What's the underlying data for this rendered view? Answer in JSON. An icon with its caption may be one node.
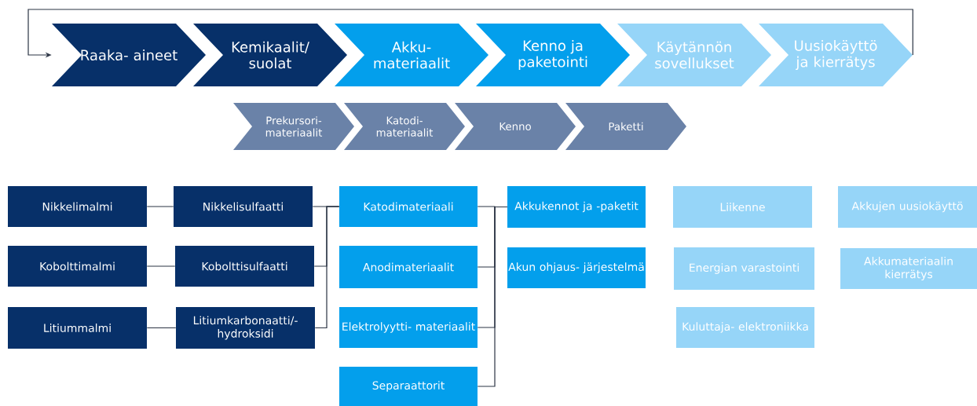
{
  "diagram": {
    "nodes": [
      {
        "text": [
          "Raaka- aineet"
        ]
      },
      {
        "text": [
          "Kemikaalit/ suolat"
        ]
      },
      {
        "text": [
          "Akku- materiaalit"
        ]
      },
      {
        "text": [
          "Kenno ja paketointi"
        ]
      },
      {
        "text": [
          "Käytännön sovellukset"
        ]
      },
      {
        "text": [
          "Uusiokäyttö ja kierrätys"
        ]
      },
      {
        "text": [
          "Prekursori- materiaalit"
        ]
      },
      {
        "text": [
          "Katodi- materiaalit"
        ]
      },
      {
        "text": [
          "Kenno"
        ]
      },
      {
        "text": [
          "Paketti"
        ]
      },
      {
        "text": [
          "Nikkelimalmi"
        ]
      },
      {
        "text": [
          "Kobolttimalmi"
        ]
      },
      {
        "text": [
          "Litiummalmi"
        ]
      },
      {
        "text": [
          "Nikkelisulfaatti"
        ]
      },
      {
        "text": [
          "Kobolttisulfaatti"
        ]
      },
      {
        "text": [
          "Litiumkarbonaatti/- hydroksidi"
        ]
      },
      {
        "text": [
          "Katodimateriaali"
        ]
      },
      {
        "text": [
          "Anodimateriaalit"
        ]
      },
      {
        "text": [
          "Elektrolyytti- materiaalit"
        ]
      },
      {
        "text": [
          "Separaattorit"
        ]
      },
      {
        "text": [
          "Akkukennot ja -paketit"
        ]
      },
      {
        "text": [
          "Akun ohjaus- järjestelmä"
        ]
      },
      {
        "text": [
          "Liikenne"
        ]
      },
      {
        "text": [
          "Energian varastointi"
        ]
      },
      {
        "text": [
          "Kuluttaja- elektroniikka"
        ]
      },
      {
        "text": [
          "Akkujen uusiokäyttö"
        ]
      },
      {
        "text": [
          "Akkumateriaalin kierrätys"
        ]
      }
    ],
    "edges": [
      {
        "from": 5,
        "to": 0,
        "arrow": "to"
      },
      {
        "from": 10,
        "to": 13,
        "arrow": "none"
      },
      {
        "from": 11,
        "to": 14,
        "arrow": "none"
      },
      {
        "from": 12,
        "to": 15,
        "arrow": "none"
      },
      {
        "from": 13,
        "to": 16,
        "arrow": "none"
      },
      {
        "from": 14,
        "to": 16,
        "arrow": "none"
      },
      {
        "from": 15,
        "to": 16,
        "arrow": "none"
      },
      {
        "from": 16,
        "to": 20,
        "arrow": "none"
      },
      {
        "from": 17,
        "to": 20,
        "arrow": "none"
      },
      {
        "from": 18,
        "to": 20,
        "arrow": "none"
      },
      {
        "from": 19,
        "to": 20,
        "arrow": "none"
      }
    ]
  }
}
